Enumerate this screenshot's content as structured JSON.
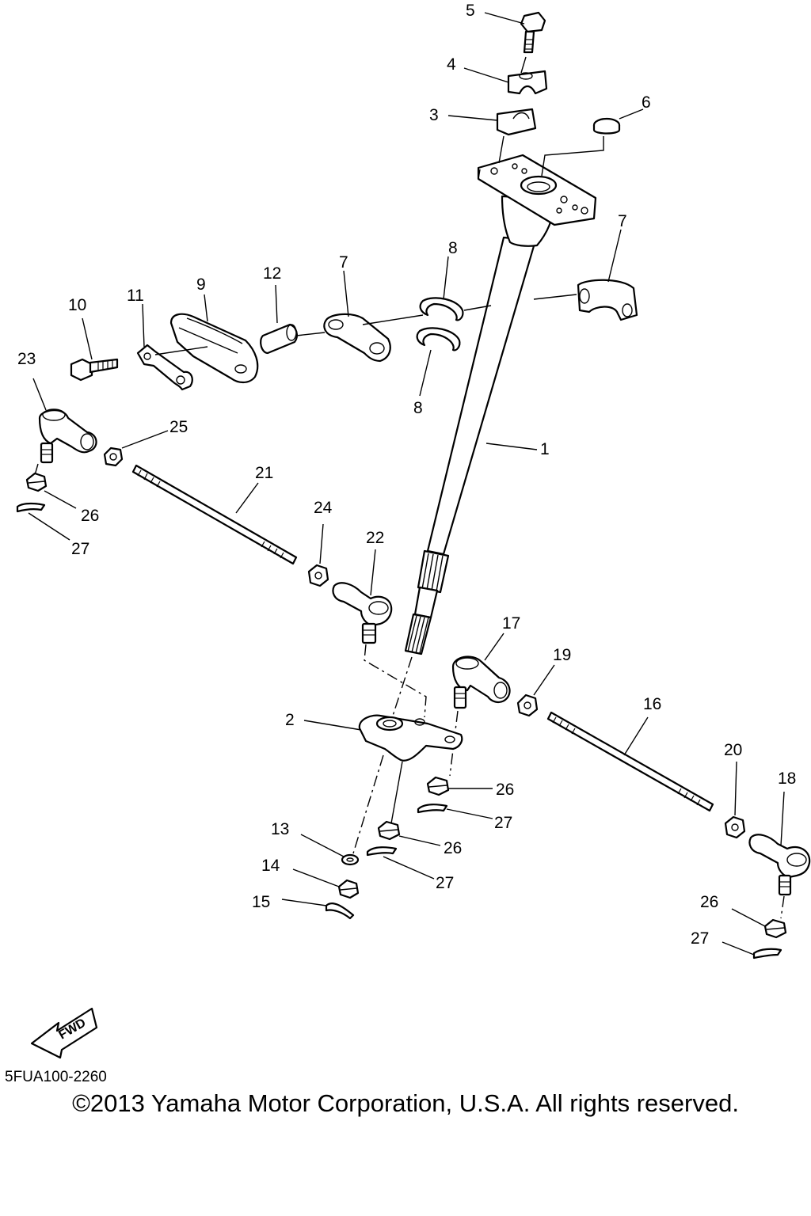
{
  "diagram": {
    "part_numbers": [
      "1",
      "2",
      "3",
      "4",
      "5",
      "6",
      "7",
      "7",
      "8",
      "8",
      "9",
      "10",
      "11",
      "12",
      "13",
      "14",
      "15",
      "16",
      "17",
      "18",
      "19",
      "20",
      "21",
      "22",
      "23",
      "24",
      "25",
      "26",
      "26",
      "26",
      "26",
      "27",
      "27",
      "27",
      "27"
    ],
    "fwd_label": "FWD",
    "diagram_code": "5FUA100-2260",
    "copyright": "©2013 Yamaha Motor Corporation, U.S.A. All rights reserved."
  }
}
